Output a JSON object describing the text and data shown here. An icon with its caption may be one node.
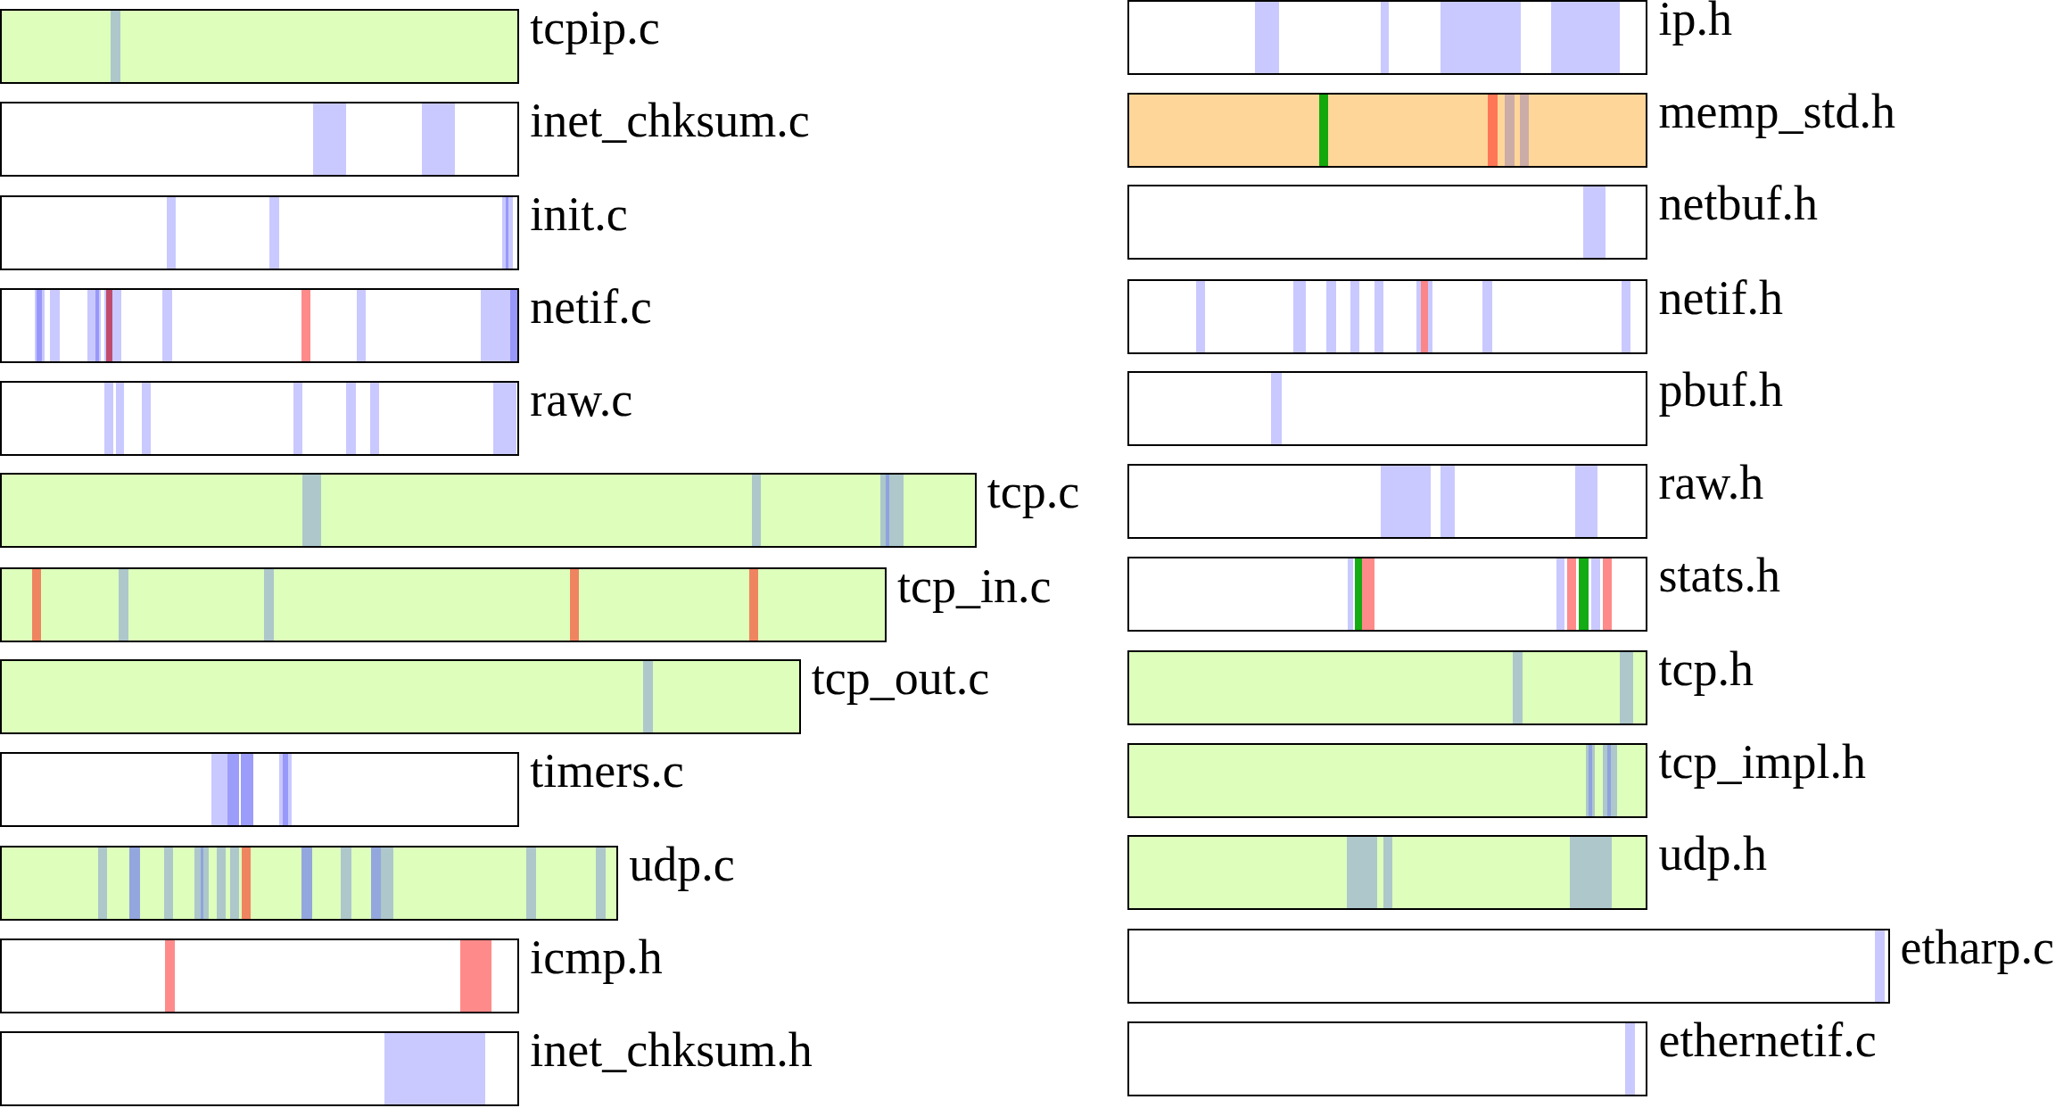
{
  "diagram": {
    "nodes": [
      {
        "text": [
          "tcpip.c"
        ]
      },
      {
        "text": [
          "inet_chksum.c"
        ]
      },
      {
        "text": [
          "init.c"
        ]
      },
      {
        "text": [
          "netif.c"
        ]
      },
      {
        "text": [
          "raw.c"
        ]
      },
      {
        "text": [
          "tcp.c"
        ]
      },
      {
        "text": [
          "tcp_in.c"
        ]
      },
      {
        "text": [
          "tcp_out.c"
        ]
      },
      {
        "text": [
          "timers.c"
        ]
      },
      {
        "text": [
          "udp.c"
        ]
      },
      {
        "text": [
          "icmp.h"
        ]
      },
      {
        "text": [
          "inet_chksum.h"
        ]
      },
      {
        "text": [
          "ip.h"
        ]
      },
      {
        "text": [
          "memp_std.h"
        ]
      },
      {
        "text": [
          "netbuf.h"
        ]
      },
      {
        "text": [
          "netif.h"
        ]
      },
      {
        "text": [
          "pbuf.h"
        ]
      },
      {
        "text": [
          "raw.h"
        ]
      },
      {
        "text": [
          "stats.h"
        ]
      },
      {
        "text": [
          "tcp.h"
        ]
      },
      {
        "text": [
          "tcp_impl.h"
        ]
      },
      {
        "text": [
          "udp.h"
        ]
      },
      {
        "text": [
          "etharp.c"
        ]
      },
      {
        "text": [
          "ethernetif.c"
        ]
      }
    ]
  }
}
